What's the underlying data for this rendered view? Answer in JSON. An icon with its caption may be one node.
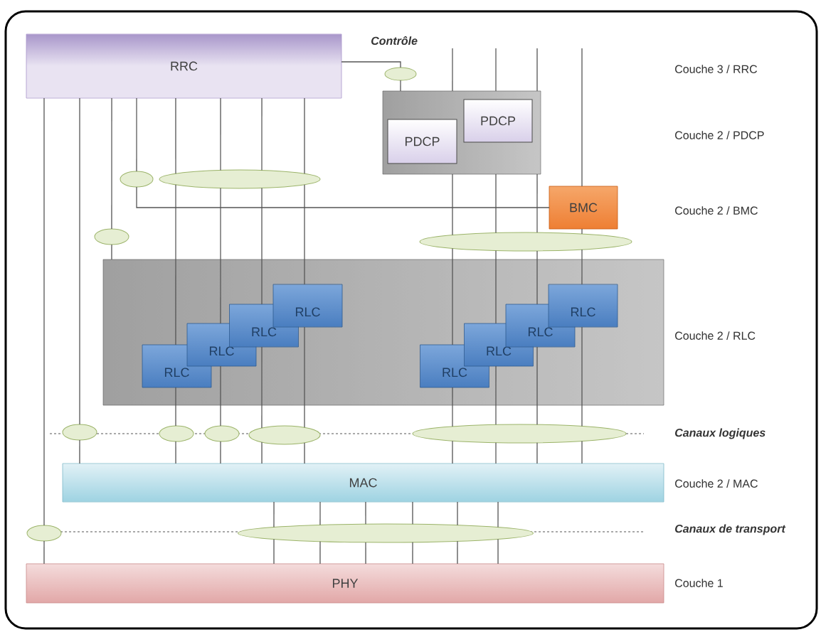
{
  "diagram": {
    "nodes": [
      {
        "text": [
          "RRC"
        ]
      },
      {
        "text": [],
        "shape": "box"
      },
      {
        "text": [
          "PDCP"
        ],
        "in": 1
      },
      {
        "text": [
          "PDCP"
        ],
        "in": 1
      },
      {
        "text": [
          "BMC"
        ]
      },
      {
        "text": [],
        "shape": "box"
      },
      {
        "text": [
          "RLC"
        ],
        "in": 5
      },
      {
        "text": [
          "RLC"
        ],
        "in": 5
      },
      {
        "text": [
          "RLC"
        ],
        "in": 5
      },
      {
        "text": [
          "RLC"
        ],
        "in": 5
      },
      {
        "text": [
          "RLC"
        ],
        "in": 5
      },
      {
        "text": [
          "RLC"
        ],
        "in": 5
      },
      {
        "text": [
          "RLC"
        ],
        "in": 5
      },
      {
        "text": [
          "RLC"
        ],
        "in": 5
      },
      {
        "text": [
          "MAC"
        ]
      },
      {
        "text": [
          "PHY"
        ]
      },
      {
        "text": [],
        "shape": "ellipse"
      },
      {
        "text": [],
        "shape": "ellipse"
      },
      {
        "text": [],
        "shape": "ellipse"
      },
      {
        "text": [],
        "shape": "ellipse"
      },
      {
        "text": [],
        "shape": "ellipse"
      },
      {
        "text": [],
        "shape": "ellipse"
      },
      {
        "text": [],
        "shape": "ellipse"
      },
      {
        "text": [],
        "shape": "ellipse"
      },
      {
        "text": [],
        "shape": "ellipse"
      },
      {
        "text": [],
        "shape": "ellipse"
      },
      {
        "text": [],
        "shape": "ellipse"
      },
      {
        "text": [],
        "shape": "ellipse"
      }
    ],
    "edges": [
      {
        "from": 0,
        "to": 26,
        "arrow": "none"
      },
      {
        "from": 26,
        "to": 15,
        "arrow": "none"
      },
      {
        "from": 0,
        "to": 21,
        "arrow": "none"
      },
      {
        "from": 21,
        "to": 14,
        "arrow": "none"
      },
      {
        "from": 0,
        "to": 19,
        "arrow": "none"
      },
      {
        "from": 19,
        "to": 5,
        "arrow": "none"
      },
      {
        "from": 0,
        "to": 17,
        "arrow": "none"
      },
      {
        "from": 17,
        "to": 4,
        "arrow": "none"
      },
      {
        "from": 0,
        "to": 18,
        "arrow": "none"
      },
      {
        "from": 0,
        "to": 18,
        "arrow": "none"
      },
      {
        "from": 0,
        "to": 18,
        "arrow": "none"
      },
      {
        "from": 0,
        "to": 18,
        "arrow": "none"
      },
      {
        "from": 18,
        "to": 6,
        "arrow": "none"
      },
      {
        "from": 18,
        "to": 7,
        "arrow": "none"
      },
      {
        "from": 18,
        "to": 8,
        "arrow": "none"
      },
      {
        "from": 18,
        "to": 9,
        "arrow": "none"
      },
      {
        "from": 6,
        "to": 22,
        "arrow": "none"
      },
      {
        "from": 7,
        "to": 23,
        "arrow": "none"
      },
      {
        "from": 8,
        "to": 24,
        "arrow": "none"
      },
      {
        "from": 9,
        "to": 24,
        "arrow": "none"
      },
      {
        "from": 22,
        "to": 14,
        "arrow": "none"
      },
      {
        "from": 23,
        "to": 14,
        "arrow": "none"
      },
      {
        "from": 24,
        "to": 14,
        "arrow": "none"
      },
      {
        "from": 24,
        "to": 14,
        "arrow": "none"
      },
      {
        "from": 0,
        "to": 16,
        "arrow": "none"
      },
      {
        "from": 16,
        "to": 1,
        "arrow": "none"
      },
      {
        "from": null,
        "to": 1,
        "arrow": "none"
      },
      {
        "from": null,
        "to": 1,
        "arrow": "none"
      },
      {
        "from": null,
        "to": 1,
        "arrow": "none"
      },
      {
        "from": 1,
        "to": 20,
        "arrow": "none"
      },
      {
        "from": 1,
        "to": 20,
        "arrow": "none"
      },
      {
        "from": 1,
        "to": 20,
        "arrow": "none"
      },
      {
        "from": null,
        "to": 4,
        "arrow": "none"
      },
      {
        "from": 4,
        "to": 20,
        "arrow": "none"
      },
      {
        "from": 20,
        "to": 10,
        "arrow": "none"
      },
      {
        "from": 20,
        "to": 11,
        "arrow": "none"
      },
      {
        "from": 20,
        "to": 12,
        "arrow": "none"
      },
      {
        "from": 20,
        "to": 13,
        "arrow": "none"
      },
      {
        "from": 10,
        "to": 25,
        "arrow": "none"
      },
      {
        "from": 11,
        "to": 25,
        "arrow": "none"
      },
      {
        "from": 12,
        "to": 25,
        "arrow": "none"
      },
      {
        "from": 13,
        "to": 25,
        "arrow": "none"
      },
      {
        "from": 25,
        "to": 14,
        "arrow": "none"
      },
      {
        "from": 25,
        "to": 14,
        "arrow": "none"
      },
      {
        "from": 25,
        "to": 14,
        "arrow": "none"
      },
      {
        "from": 25,
        "to": 14,
        "arrow": "none"
      },
      {
        "from": 14,
        "to": 27,
        "arrow": "none"
      },
      {
        "from": 14,
        "to": 27,
        "arrow": "none"
      },
      {
        "from": 14,
        "to": 27,
        "arrow": "none"
      },
      {
        "from": 14,
        "to": 27,
        "arrow": "none"
      },
      {
        "from": 14,
        "to": 27,
        "arrow": "none"
      },
      {
        "from": 14,
        "to": 27,
        "arrow": "none"
      },
      {
        "from": 27,
        "to": 15,
        "arrow": "none"
      },
      {
        "from": 27,
        "to": 15,
        "arrow": "none"
      },
      {
        "from": 27,
        "to": 15,
        "arrow": "none"
      },
      {
        "from": 27,
        "to": 15,
        "arrow": "none"
      },
      {
        "from": 27,
        "to": 15,
        "arrow": "none"
      },
      {
        "from": 27,
        "to": 15,
        "arrow": "none"
      }
    ],
    "labels": [
      "Contrôle",
      "Couche 3 / RRC",
      "Couche 2 / PDCP",
      "Couche 2 / BMC",
      "Couche 2 / RLC",
      "Canaux logiques",
      "Couche 2 / MAC",
      "Canaux de transport",
      "Couche 1"
    ]
  }
}
